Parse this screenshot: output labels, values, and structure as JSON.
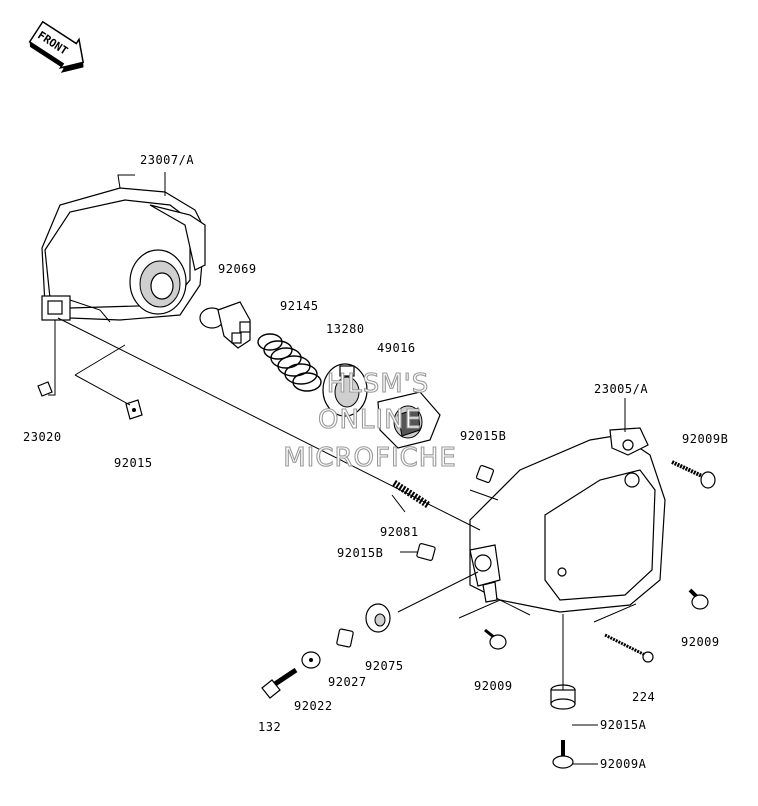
{
  "badge": {
    "text": "FRONT"
  },
  "watermark": {
    "line1": "HLSM'S",
    "line2": "ONLINE",
    "line3": "MICROFICHE"
  },
  "labels": {
    "p23007A": "23007/A",
    "p92069": "92069",
    "p92145": "92145",
    "p13280": "13280",
    "p49016": "49016",
    "p23005A": "23005/A",
    "p92015B_top": "92015B",
    "p92009B": "92009B",
    "p23020": "23020",
    "p92015": "92015",
    "p92081": "92081",
    "p92015B_mid": "92015B",
    "p92009_right": "92009",
    "p92075": "92075",
    "p92027": "92027",
    "p92022": "92022",
    "p132": "132",
    "p92009_bottom": "92009",
    "p224": "224",
    "p92015A": "92015A",
    "p92009A": "92009A"
  }
}
